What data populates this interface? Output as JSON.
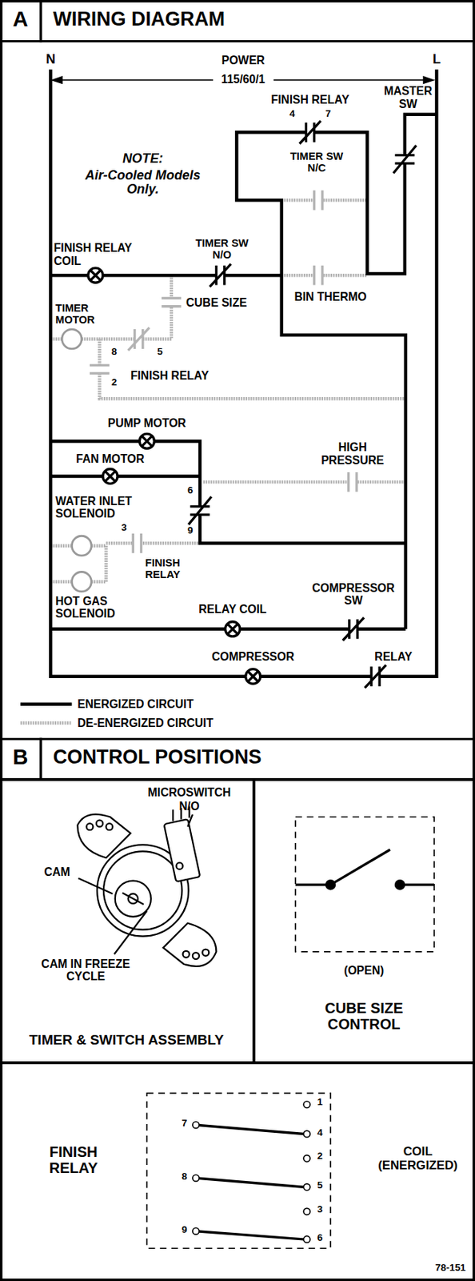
{
  "diagram": {
    "nodes": [
      {
        "text": [
          "A",
          "WIRING DIAGRAM"
        ]
      },
      {
        "text": [
          "B",
          "CONTROL POSITIONS"
        ]
      },
      {
        "text": [
          "TIMER & SWITCH ASSEMBLY"
        ]
      },
      {
        "text": [
          "(OPEN)",
          "CUBE SIZE CONTROL"
        ]
      },
      {
        "text": [
          "FINISH RELAY",
          "COIL (ENERGIZED)"
        ]
      }
    ],
    "labels": [
      "N",
      "POWER",
      "115/60/1",
      "L",
      "FINISH RELAY",
      "4",
      "7",
      "MASTER SW",
      "NOTE:",
      "Air-Cooled Models Only.",
      "TIMER SW N/C",
      "FINISH RELAY COIL",
      "TIMER SW N/O",
      "CUBE SIZE",
      "TIMER MOTOR",
      "8",
      "5",
      "2",
      "FINISH RELAY",
      "BIN THERMO",
      "PUMP MOTOR",
      "HIGH PRESSURE",
      "FAN MOTOR",
      "WATER INLET SOLENOID",
      "6",
      "9",
      "3",
      "FINISH RELAY",
      "HOT GAS SOLENOID",
      "RELAY COIL",
      "COMPRESSOR SW",
      "COMPRESSOR",
      "RELAY",
      "MICROSWITCH",
      "N/O",
      "CAM",
      "CAM IN FREEZE CYCLE",
      "78-151",
      "1",
      "7",
      "4",
      "2",
      "8",
      "5",
      "3",
      "9",
      "6"
    ],
    "legend": [
      {
        "text": "ENERGIZED CIRCUIT"
      },
      {
        "text": "DE-ENERGIZED CIRCUIT"
      }
    ]
  }
}
